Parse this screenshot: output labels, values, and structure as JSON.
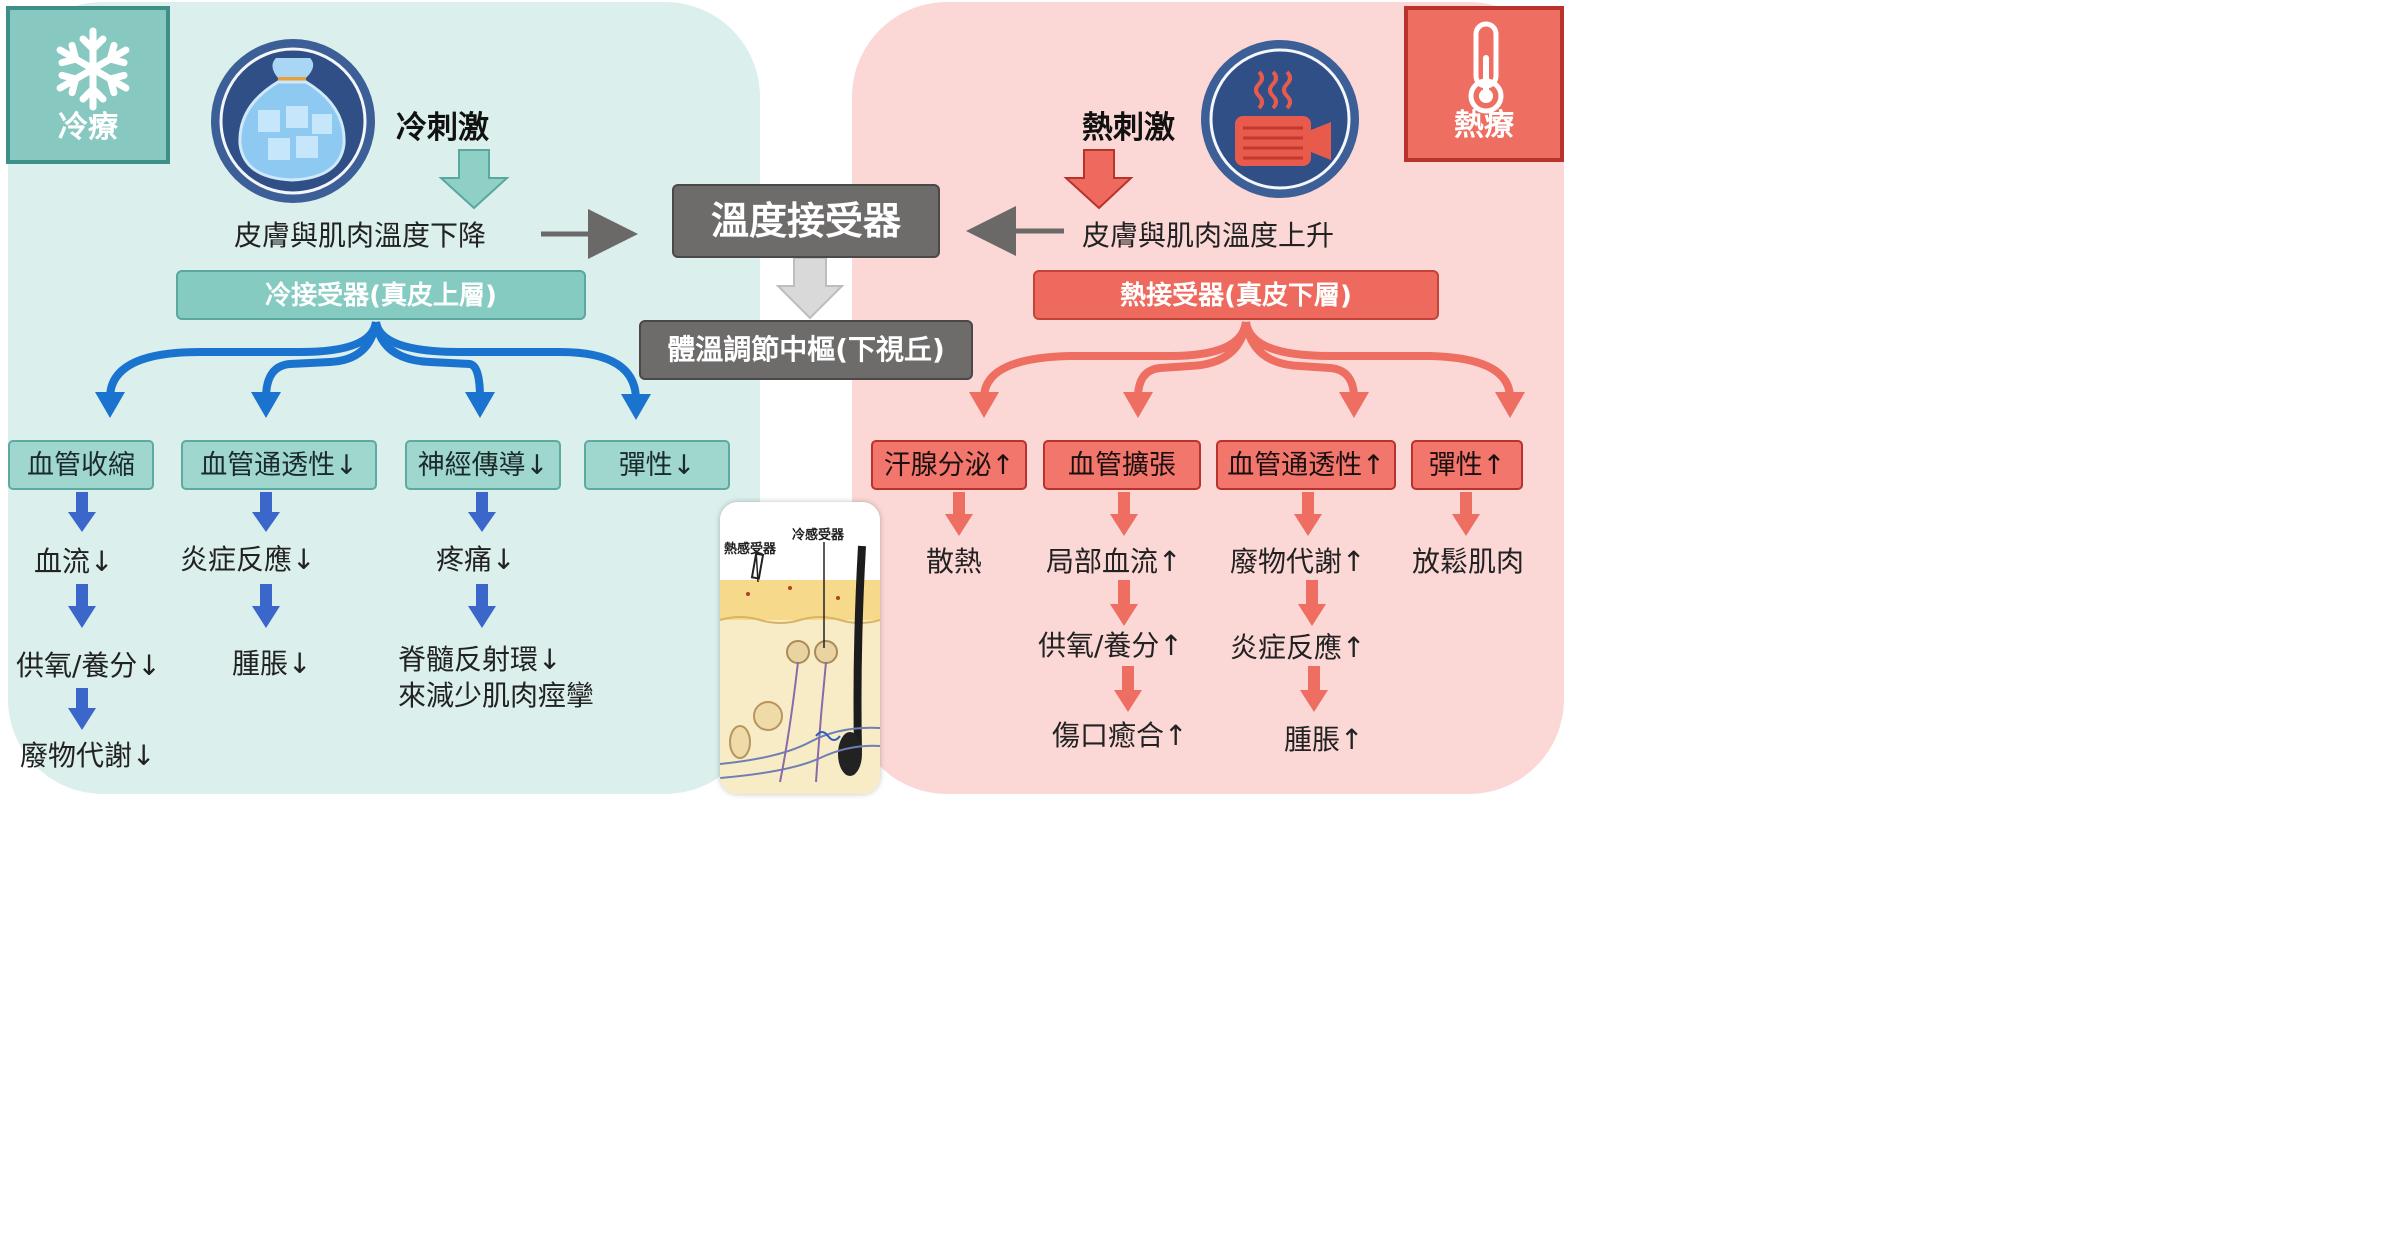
{
  "cold": {
    "badge_label": "冷療",
    "stimulus": "冷刺激",
    "temperature_change": "皮膚與肌肉溫度下降",
    "receptor": "冷接受器(真皮上層)",
    "columns": [
      {
        "head": "血管收縮",
        "effects": [
          "血流↓",
          "供氧/養分↓",
          "廢物代謝↓"
        ]
      },
      {
        "head": "血管通透性↓",
        "effects": [
          "炎症反應↓",
          "腫脹↓"
        ]
      },
      {
        "head": "神經傳導↓",
        "effects": [
          "疼痛↓",
          "脊髓反射環↓",
          "來減少肌肉痙攣"
        ]
      },
      {
        "head": "彈性↓",
        "effects": []
      }
    ]
  },
  "hot": {
    "badge_label": "熱療",
    "stimulus": "熱刺激",
    "temperature_change": "皮膚與肌肉溫度上升",
    "receptor": "熱接受器(真皮下層)",
    "columns": [
      {
        "head": "汗腺分泌↑",
        "effects": [
          "散熱"
        ]
      },
      {
        "head": "血管擴張",
        "effects": [
          "局部血流↑",
          "供氧/養分↑",
          "傷口癒合↑"
        ]
      },
      {
        "head": "血管通透性↑",
        "effects": [
          "廢物代謝↑",
          "炎症反應↑",
          "腫脹↑"
        ]
      },
      {
        "head": "彈性↑",
        "effects": [
          "放鬆肌肉"
        ]
      }
    ]
  },
  "center": {
    "temperature_receptor": "溫度接受器",
    "regulation_center": "體溫調節中樞(下視丘)"
  },
  "skin_diagram": {
    "hot_label": "熱感受器",
    "cold_label": "冷感受器"
  },
  "colors": {
    "cold_panel": "#dbefec",
    "hot_panel": "#fbd8d6",
    "cold_accent": "#87c9c0",
    "hot_accent": "#ee6e62",
    "cold_branch": "#1a73cf",
    "hot_branch": "#ee6e62",
    "cold_effect_arrow": "#3a67c9",
    "center_box": "#6e6b6b"
  },
  "icons": [
    "snowflake-icon",
    "thermometer-icon",
    "ice-bag-icon",
    "heating-pad-icon"
  ]
}
